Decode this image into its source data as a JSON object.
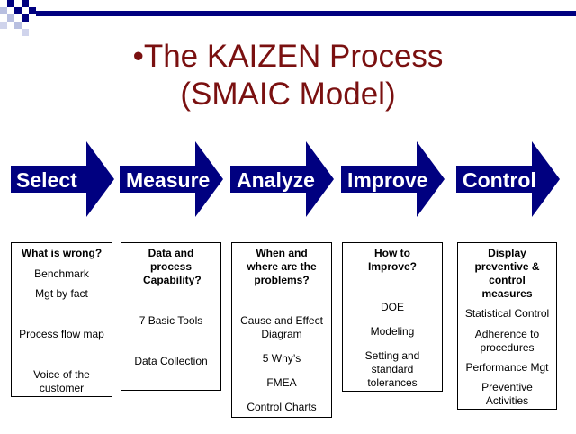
{
  "title_line1": "•The KAIZEN Process",
  "title_line2": "(SMAIC Model)",
  "colors": {
    "title": "#7a1010",
    "arrow": "#000080",
    "deco": "#000080"
  },
  "steps": [
    {
      "label": "Select",
      "question": "What is wrong?",
      "items": [
        "Benchmark",
        "Mgt by fact",
        "Process flow map",
        "Voice of the customer"
      ]
    },
    {
      "label": "Measure",
      "question": "Data and process Capability?",
      "items": [
        "7 Basic Tools",
        "Data Collection"
      ]
    },
    {
      "label": "Analyze",
      "question": "When and where are the problems?",
      "items": [
        "Cause and Effect Diagram",
        "5 Why’s",
        "FMEA",
        "Control Charts"
      ]
    },
    {
      "label": "Improve",
      "question": "How to Improve?",
      "items": [
        "DOE",
        "Modeling",
        "Setting and standard tolerances"
      ]
    },
    {
      "label": "Control",
      "question": "Display preventive & control measures",
      "items": [
        "Statistical Control",
        "Adherence to procedures",
        "Performance Mgt",
        "Preventive Activities"
      ]
    }
  ]
}
